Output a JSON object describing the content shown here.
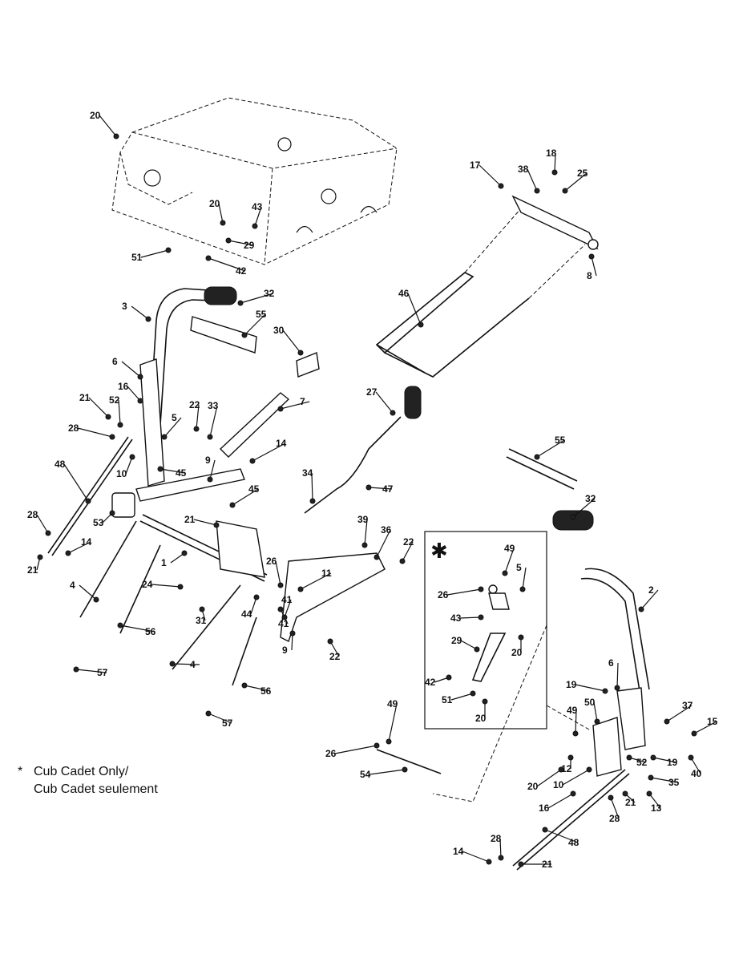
{
  "note": {
    "symbol": "*",
    "line1": "Cub Cadet Only/",
    "line2": "Cub Cadet seulement"
  },
  "inset_marker": "✱",
  "callouts": [
    "20",
    "20",
    "43",
    "29",
    "51",
    "42",
    "17",
    "38",
    "18",
    "25",
    "8",
    "46",
    "32",
    "3",
    "55",
    "30",
    "6",
    "7",
    "27",
    "21",
    "52",
    "16",
    "5",
    "22",
    "33",
    "28",
    "14",
    "10",
    "45",
    "9",
    "48",
    "34",
    "47",
    "53",
    "45",
    "21",
    "28",
    "14",
    "21",
    "1",
    "24",
    "4",
    "31",
    "44",
    "41",
    "26",
    "11",
    "39",
    "36",
    "22",
    "55",
    "32",
    "49",
    "5",
    "26",
    "43",
    "20",
    "29",
    "42",
    "51",
    "20",
    "2",
    "6",
    "19",
    "37",
    "15",
    "49",
    "50",
    "56",
    "57",
    "4",
    "56",
    "57",
    "9",
    "22",
    "41",
    "49",
    "26",
    "54",
    "12",
    "52",
    "19",
    "40",
    "20",
    "10",
    "21",
    "35",
    "13",
    "16",
    "28",
    "48",
    "28",
    "14",
    "21"
  ]
}
